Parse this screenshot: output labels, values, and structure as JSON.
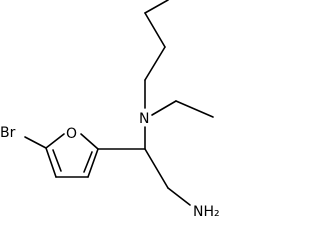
{
  "molecule": {
    "atoms": {
      "bromine": "Br",
      "oxygen": "O",
      "nitrogen": "N",
      "amine": "NH₂"
    },
    "colors": {
      "bond": "#000000",
      "label": "#000000",
      "background": "#ffffff"
    }
  }
}
